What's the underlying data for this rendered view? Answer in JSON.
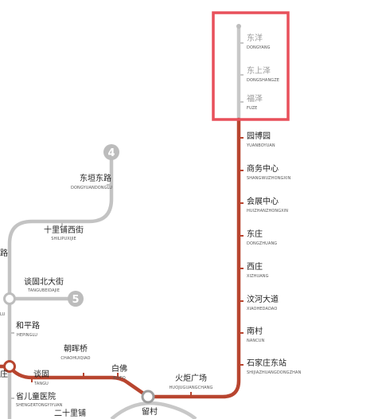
{
  "colors": {
    "line3": "#b8452f",
    "line4": "#bcbcbc",
    "line5": "#bcbcbc",
    "highlight": "#e8505b",
    "text": "#1f1f1f",
    "pinyin": "#555555"
  },
  "line_badges": {
    "line4": "4",
    "line5": "5"
  },
  "line3_stations": [
    {
      "name": "东洋",
      "pinyin": "DONGYANG",
      "status": "unopened"
    },
    {
      "name": "东上泽",
      "pinyin": "DONGSHANGZE",
      "status": "unopened"
    },
    {
      "name": "福泽",
      "pinyin": "FUZE",
      "status": "unopened"
    },
    {
      "name": "园博园",
      "pinyin": "YUANBOYUAN",
      "status": "open"
    },
    {
      "name": "商务中心",
      "pinyin": "SHANGWUZHONGXIN",
      "status": "open"
    },
    {
      "name": "会展中心",
      "pinyin": "HUIZHANZHONGXIN",
      "status": "open"
    },
    {
      "name": "东庄",
      "pinyin": "DONGZHUANG",
      "status": "open"
    },
    {
      "name": "西庄",
      "pinyin": "XIZHUANG",
      "status": "open"
    },
    {
      "name": "汶河大道",
      "pinyin": "XIAOHEDADAO",
      "status": "open"
    },
    {
      "name": "南村",
      "pinyin": "NANCUN",
      "status": "open"
    },
    {
      "name": "石家庄东站",
      "pinyin": "SHIJIAZHUANGDONGZHAN",
      "status": "open"
    },
    {
      "name": "火炬广场",
      "pinyin": "HUOJUGUANGCHANG",
      "status": "open"
    },
    {
      "name": "留村",
      "pinyin": "",
      "status": "transfer"
    },
    {
      "name": "白佛",
      "pinyin": "BAIFO",
      "status": "open"
    },
    {
      "name": "朝晖桥",
      "pinyin": "CHAOHUIQIAO",
      "status": "open"
    },
    {
      "name": "谈固",
      "pinyin": "TANGU",
      "status": "open"
    }
  ],
  "line4_stations": [
    {
      "name": "东垣东路",
      "pinyin": "DONGYUANDONGLU"
    },
    {
      "name": "十里铺西街",
      "pinyin": "SHILIPUXIJIE"
    },
    {
      "name": "谈固北大街",
      "pinyin": "TANGUBEIDAJIE"
    },
    {
      "name": "和平路",
      "pinyin": "HEPINGLU"
    },
    {
      "name": "省儿童医院",
      "pinyin": "SHENGERTONGYIYUAN"
    },
    {
      "name": "二十里铺",
      "pinyin": ""
    }
  ],
  "edge_labels": [
    {
      "name": "路",
      "pinyin": ""
    },
    {
      "name": "",
      "pinyin": "LU"
    },
    {
      "name": "庄",
      "pinyin": ""
    }
  ]
}
